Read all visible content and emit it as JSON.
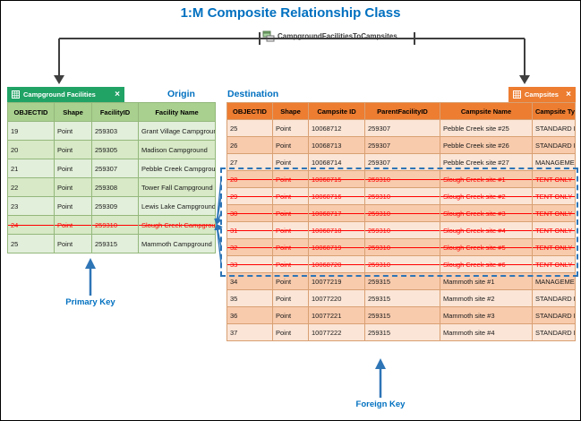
{
  "title": "1:M Composite Relationship Class",
  "relationship": {
    "name": "CampgroundFacilitiesToCampsites",
    "icon": "relationship-class-icon"
  },
  "labels": {
    "origin": "Origin",
    "destination": "Destination",
    "primary_key": "Primary Key",
    "foreign_key": "Foreign Key"
  },
  "colors": {
    "title_blue": "#0070C0",
    "annotation_blue": "#2E75B6",
    "connector_gray": "#3f3f3f",
    "strikethrough_red": "#FF0000",
    "origin_tab_green": "#21A366",
    "origin_header_green": "#A9D08E",
    "origin_row_light": "#E2EFDA",
    "origin_row_dark": "#D7E9C6",
    "destination_tab_orange": "#ED7D31",
    "destination_header_orange": "#ED7D31",
    "destination_row_light": "#FBE5D6",
    "destination_row_dark": "#F8CBAD"
  },
  "origin_table": {
    "tab_label": "Campground Facilities",
    "close_label": "×",
    "columns": [
      "OBJECTID",
      "Shape",
      "FacilityID",
      "Facility Name"
    ],
    "rows": [
      {
        "cells": [
          "19",
          "Point",
          "259303",
          "Grant Village Campground"
        ],
        "struck": false
      },
      {
        "cells": [
          "20",
          "Point",
          "259305",
          "Madison Campground"
        ],
        "struck": false
      },
      {
        "cells": [
          "21",
          "Point",
          "259307",
          "Pebble Creek Campground"
        ],
        "struck": false
      },
      {
        "cells": [
          "22",
          "Point",
          "259308",
          "Tower Fall Campground"
        ],
        "struck": false
      },
      {
        "cells": [
          "23",
          "Point",
          "259309",
          "Lewis Lake Campground"
        ],
        "struck": false
      },
      {
        "cells": [
          "24",
          "Point",
          "259310",
          "Slough Creek Campground"
        ],
        "struck": true
      },
      {
        "cells": [
          "25",
          "Point",
          "259315",
          "Mammoth Campground"
        ],
        "struck": false
      }
    ]
  },
  "destination_table": {
    "tab_label": "Campsites",
    "close_label": "×",
    "columns": [
      "OBJECTID",
      "Shape",
      "Campsite ID",
      "ParentFacilityID",
      "Campsite Name",
      "Campsite Type"
    ],
    "rows": [
      {
        "cells": [
          "25",
          "Point",
          "10068712",
          "259307",
          "Pebble Creek site #25",
          "STANDARD NONELECTRIC"
        ],
        "struck": false
      },
      {
        "cells": [
          "26",
          "Point",
          "10068713",
          "259307",
          "Pebble Creek site #26",
          "STANDARD NONELECTRIC"
        ],
        "struck": false
      },
      {
        "cells": [
          "27",
          "Point",
          "10068714",
          "259307",
          "Pebble Creek site #27",
          "MANAGEMENT"
        ],
        "struck": false
      },
      {
        "cells": [
          "28",
          "Point",
          "10068715",
          "259310",
          "Slough Creek site #1",
          "TENT ONLY NONELECTRIC"
        ],
        "struck": true
      },
      {
        "cells": [
          "29",
          "Point",
          "10068716",
          "259310",
          "Slough Creek site #2",
          "TENT ONLY NONELECTRIC"
        ],
        "struck": true
      },
      {
        "cells": [
          "30",
          "Point",
          "10068717",
          "259310",
          "Slough Creek site #3",
          "TENT ONLY NONELECTRIC"
        ],
        "struck": true
      },
      {
        "cells": [
          "31",
          "Point",
          "10068718",
          "259310",
          "Slough Creek site #4",
          "TENT ONLY NONELECTRIC"
        ],
        "struck": true
      },
      {
        "cells": [
          "32",
          "Point",
          "10068719",
          "259310",
          "Slough Creek site #5",
          "TENT ONLY NONELECTRIC"
        ],
        "struck": true
      },
      {
        "cells": [
          "33",
          "Point",
          "10068720",
          "259310",
          "Slough Creek site #6",
          "TENT ONLY NONELECTRIC"
        ],
        "struck": true
      },
      {
        "cells": [
          "34",
          "Point",
          "10077219",
          "259315",
          "Mammoth site #1",
          "MANAGEMENT"
        ],
        "struck": false
      },
      {
        "cells": [
          "35",
          "Point",
          "10077220",
          "259315",
          "Mammoth site #2",
          "STANDARD NONELECTRIC"
        ],
        "struck": false
      },
      {
        "cells": [
          "36",
          "Point",
          "10077221",
          "259315",
          "Mammoth site #3",
          "STANDARD NONELECTRIC"
        ],
        "struck": false
      },
      {
        "cells": [
          "37",
          "Point",
          "10077222",
          "259315",
          "Mammoth site #4",
          "STANDARD NONELECTRIC"
        ],
        "struck": false
      }
    ]
  }
}
